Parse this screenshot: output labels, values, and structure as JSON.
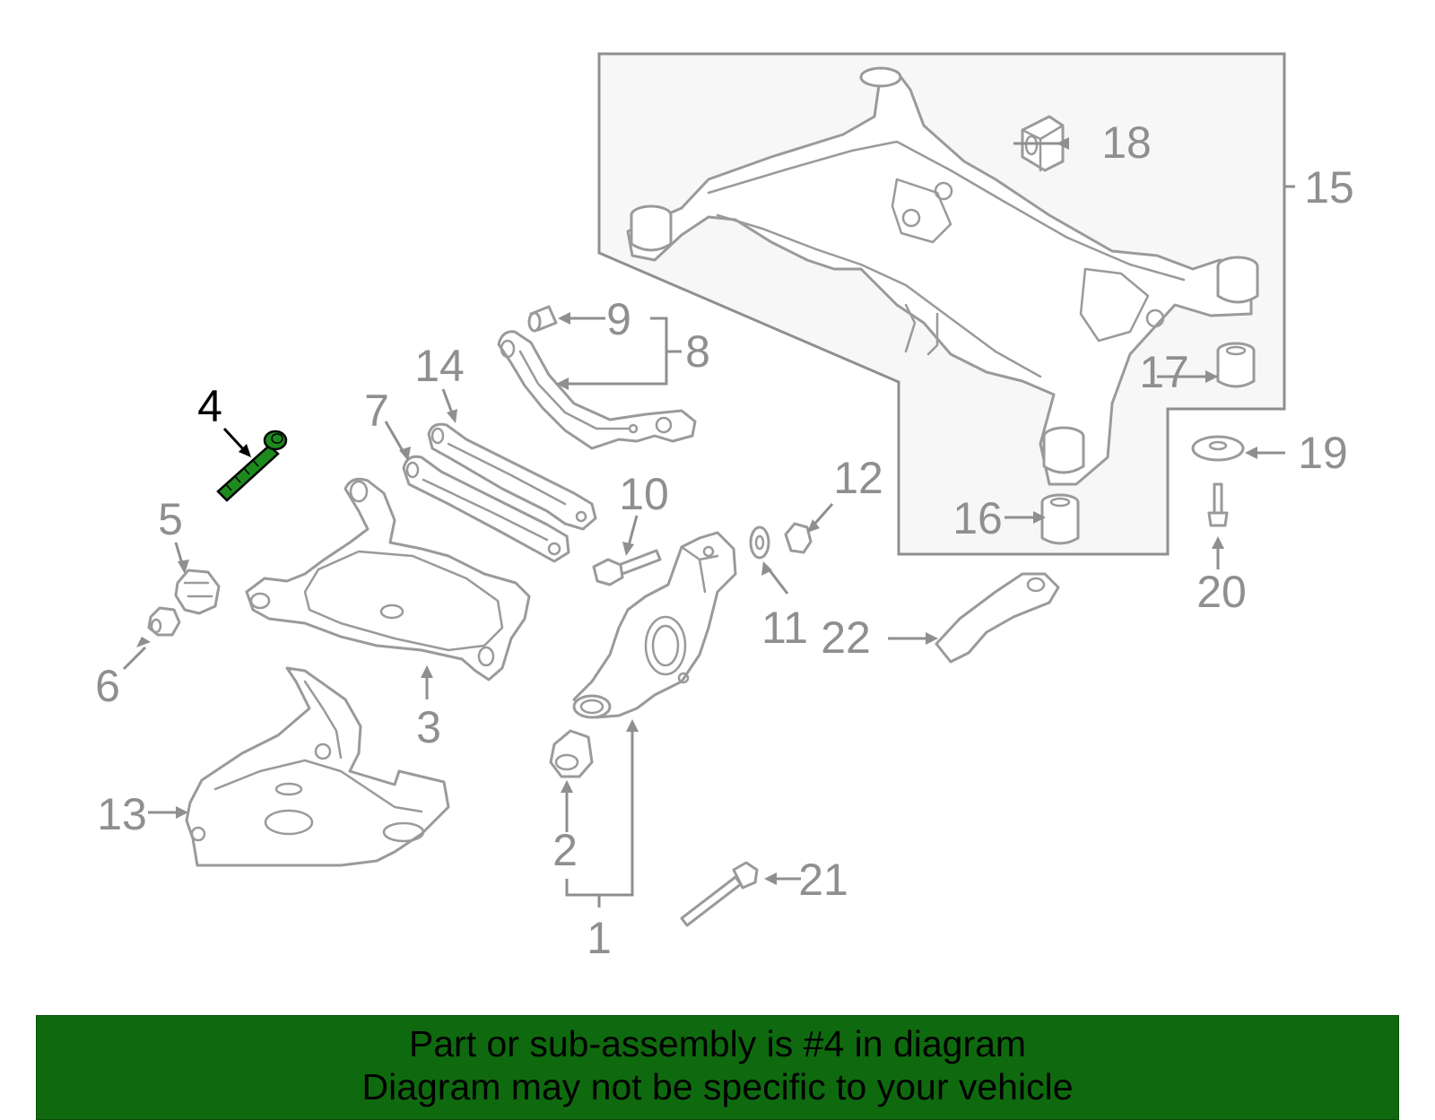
{
  "callouts": [
    {
      "id": "1",
      "label": "1",
      "highlight": false
    },
    {
      "id": "2",
      "label": "2",
      "highlight": false
    },
    {
      "id": "3",
      "label": "3",
      "highlight": false
    },
    {
      "id": "4",
      "label": "4",
      "highlight": true
    },
    {
      "id": "5",
      "label": "5",
      "highlight": false
    },
    {
      "id": "6",
      "label": "6",
      "highlight": false
    },
    {
      "id": "7",
      "label": "7",
      "highlight": false
    },
    {
      "id": "8",
      "label": "8",
      "highlight": false
    },
    {
      "id": "9",
      "label": "9",
      "highlight": false
    },
    {
      "id": "10",
      "label": "10",
      "highlight": false
    },
    {
      "id": "11",
      "label": "11",
      "highlight": false
    },
    {
      "id": "12",
      "label": "12",
      "highlight": false
    },
    {
      "id": "13",
      "label": "13",
      "highlight": false
    },
    {
      "id": "14",
      "label": "14",
      "highlight": false
    },
    {
      "id": "15",
      "label": "15",
      "highlight": false
    },
    {
      "id": "16",
      "label": "16",
      "highlight": false
    },
    {
      "id": "17",
      "label": "17",
      "highlight": false
    },
    {
      "id": "18",
      "label": "18",
      "highlight": false
    },
    {
      "id": "19",
      "label": "19",
      "highlight": false
    },
    {
      "id": "20",
      "label": "20",
      "highlight": false
    },
    {
      "id": "21",
      "label": "21",
      "highlight": false
    },
    {
      "id": "22",
      "label": "22",
      "highlight": false
    }
  ],
  "footer": {
    "line1": "Part or sub-assembly is #4 in diagram",
    "line2": "Diagram may not be specific to your vehicle"
  },
  "colors": {
    "highlight_part": "#1e8a1e",
    "footer_bg": "#0f6a0f",
    "line_gray": "#9a9a9a"
  }
}
